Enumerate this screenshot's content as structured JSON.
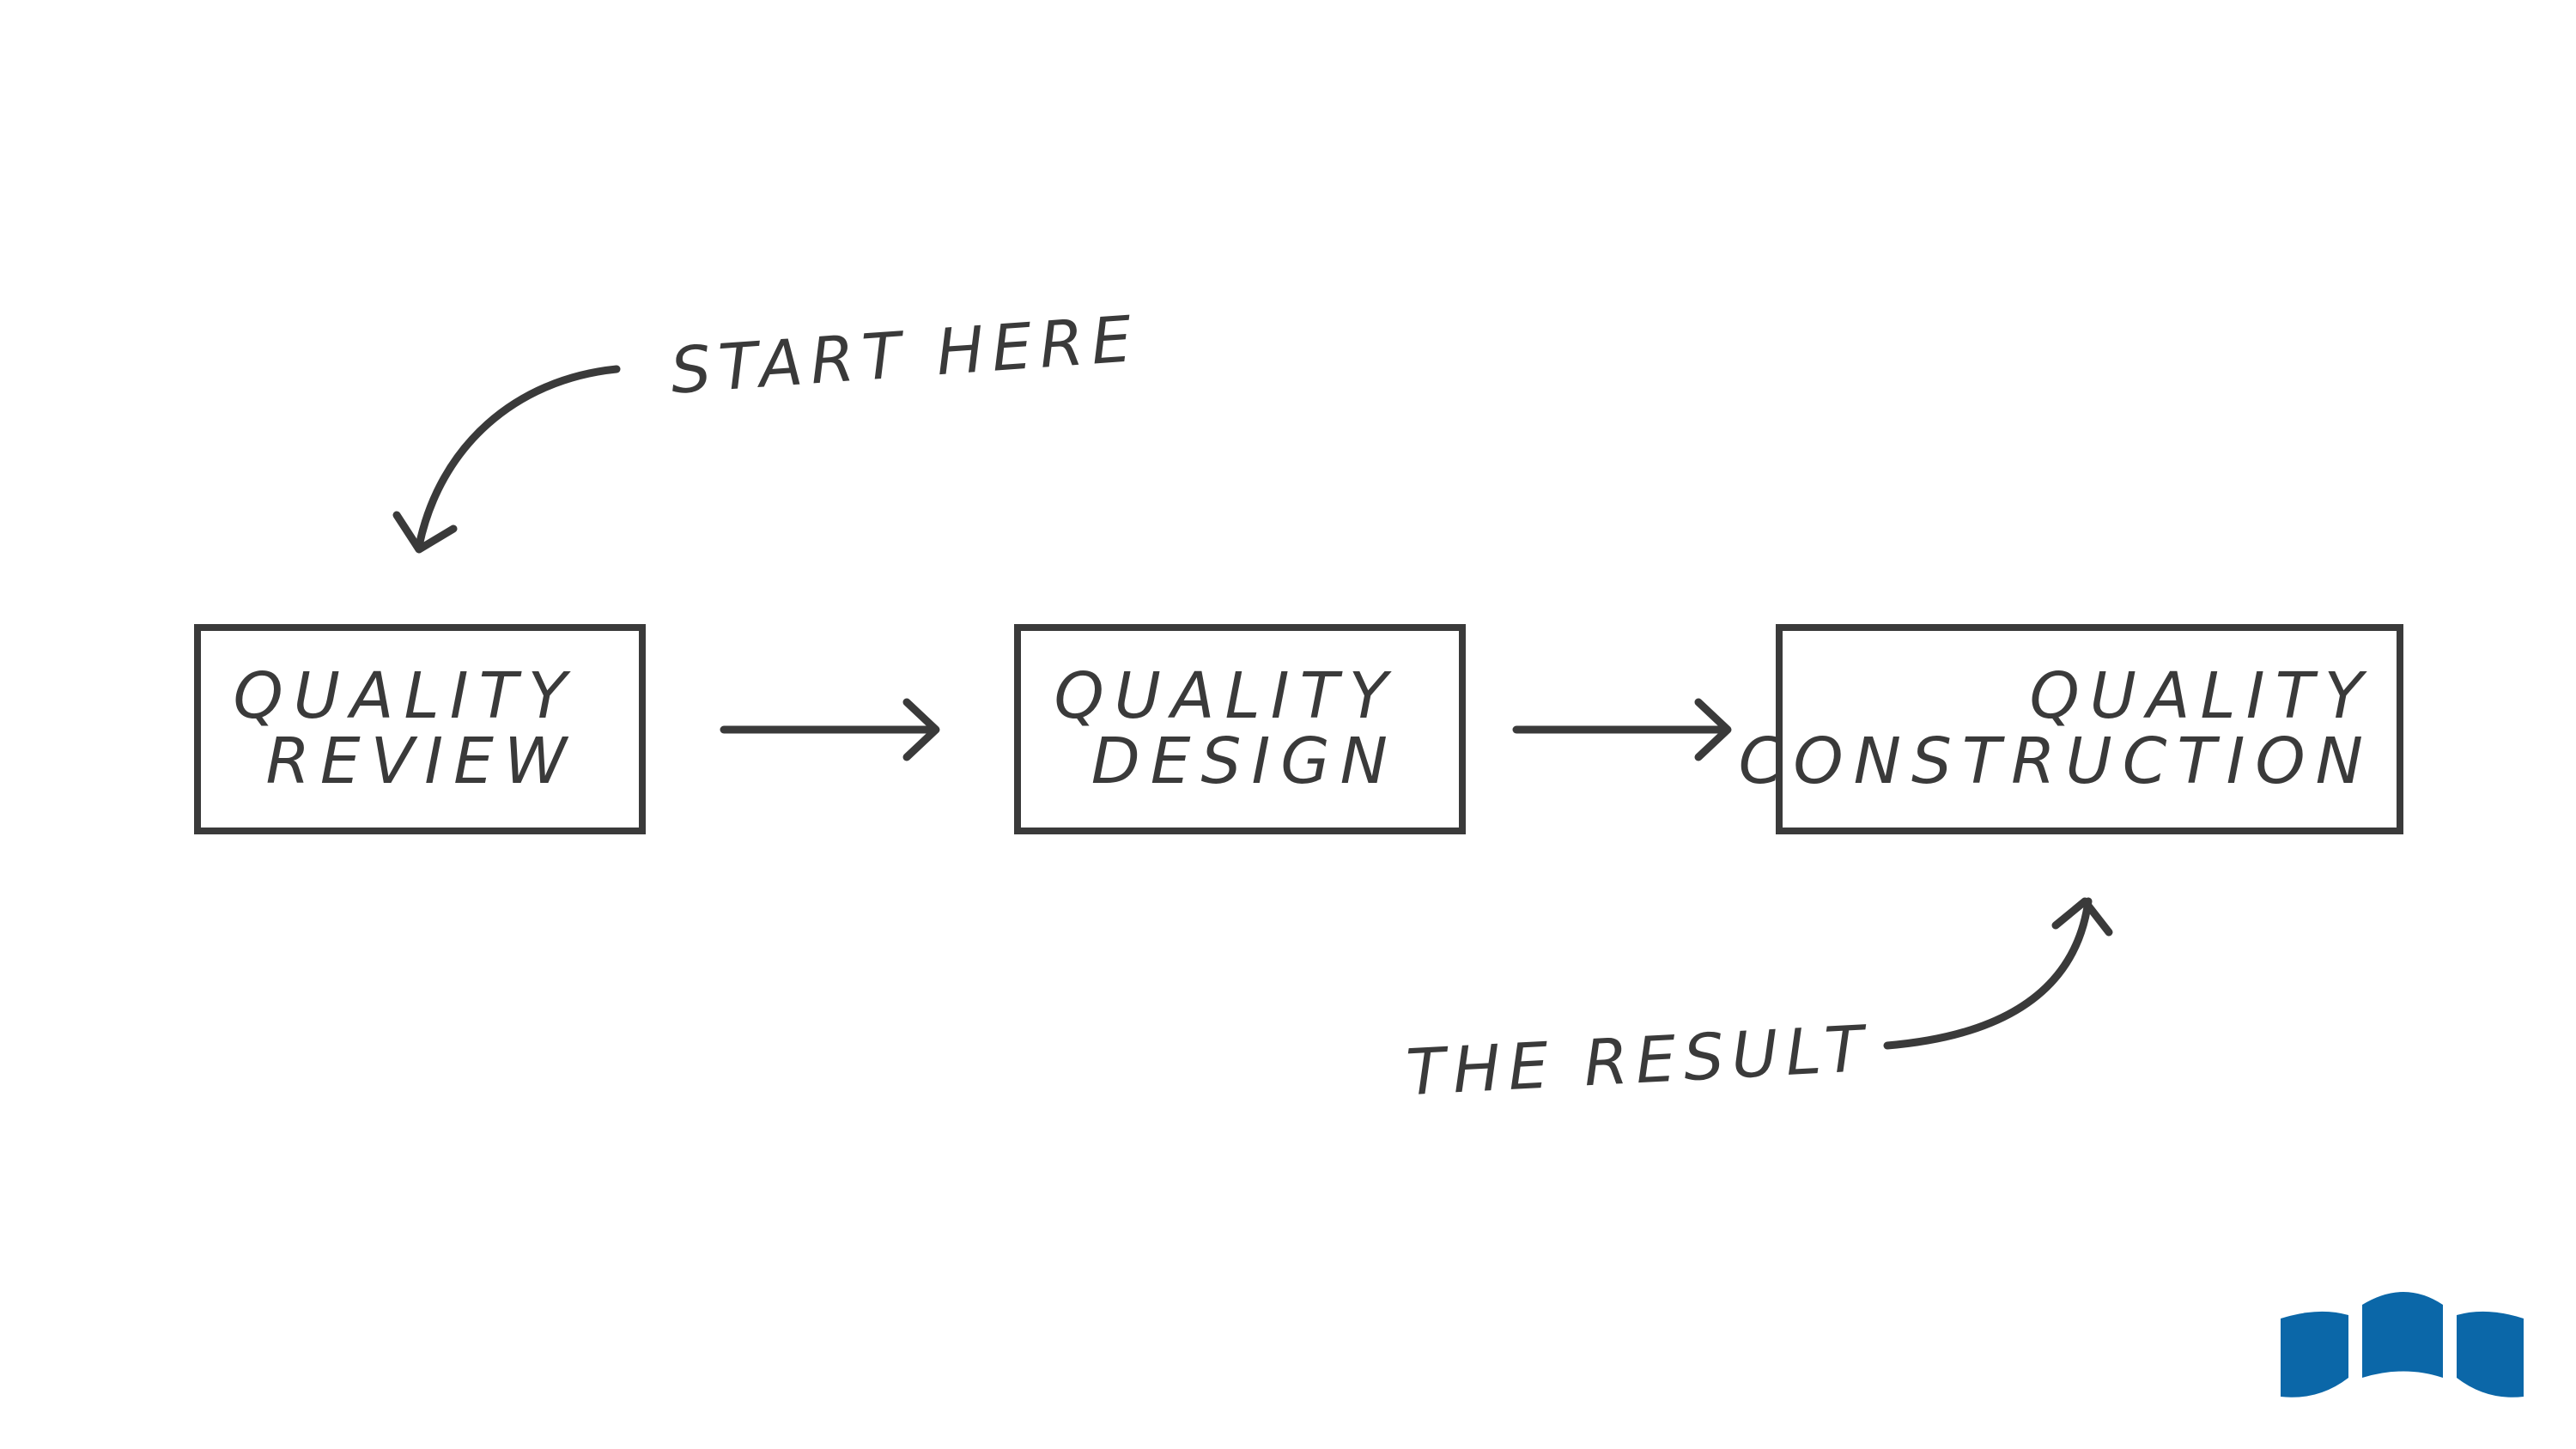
{
  "diagram": {
    "annotations": {
      "start": "START HERE",
      "result": "THE RESULT"
    },
    "steps": [
      {
        "line1": "QUALITY",
        "line2": "REVIEW"
      },
      {
        "line1": "QUALITY",
        "line2": "DESIGN"
      },
      {
        "line1": "QUALITY",
        "line2": "CONSTRUCTION"
      }
    ]
  },
  "logo": {
    "icon": "book-logo-icon"
  },
  "colors": {
    "ink": "#3a3a3a",
    "brand": "#0b67a8",
    "background": "#ffffff"
  }
}
